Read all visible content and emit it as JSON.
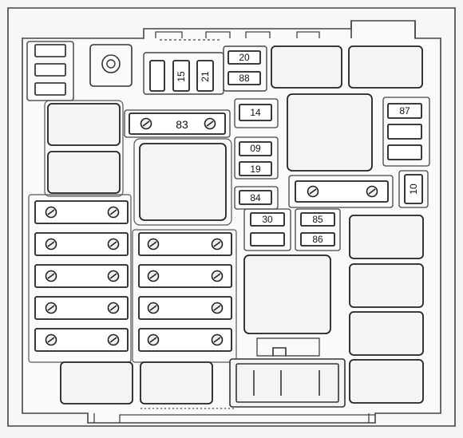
{
  "diagram": {
    "fuse_labels": {
      "f20": "20",
      "f88": "88",
      "f15": "15",
      "f21": "21",
      "f83": "83",
      "f14": "14",
      "f87": "87",
      "f09": "09",
      "f19": "19",
      "f84": "84",
      "f10": "10",
      "f30": "30",
      "f85": "85",
      "f86": "86"
    }
  }
}
